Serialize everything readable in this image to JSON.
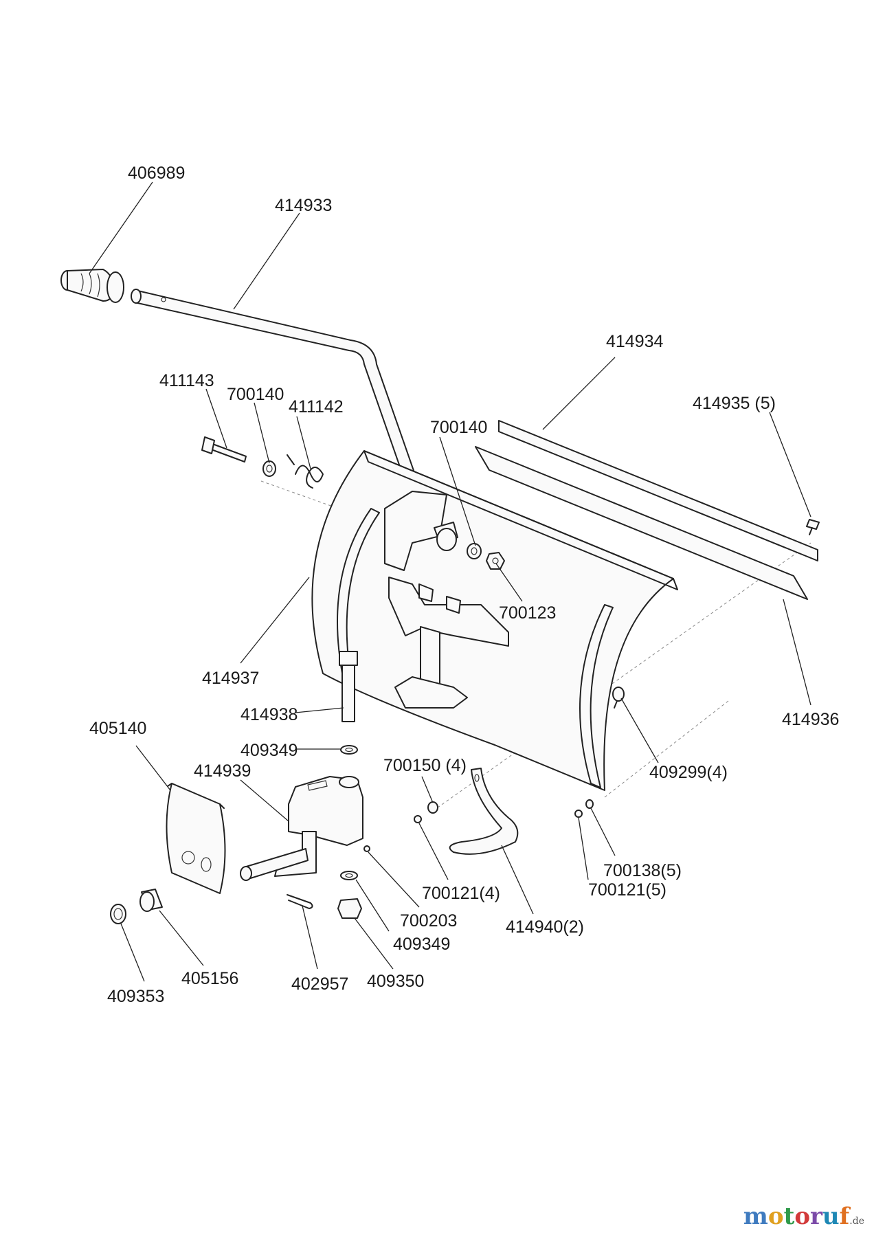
{
  "labels": [
    {
      "id": "406989",
      "text": "406989"
    },
    {
      "id": "414933",
      "text": "414933"
    },
    {
      "id": "414934",
      "text": "414934"
    },
    {
      "id": "411143",
      "text": "411143"
    },
    {
      "id": "700140a",
      "text": "700140"
    },
    {
      "id": "411142",
      "text": "411142"
    },
    {
      "id": "700140b",
      "text": "700140"
    },
    {
      "id": "414935",
      "text": "414935 (5)"
    },
    {
      "id": "700123",
      "text": "700123"
    },
    {
      "id": "414937",
      "text": "414937"
    },
    {
      "id": "414938",
      "text": "414938"
    },
    {
      "id": "414936",
      "text": "414936"
    },
    {
      "id": "405140",
      "text": "405140"
    },
    {
      "id": "409349a",
      "text": "409349"
    },
    {
      "id": "414939",
      "text": "414939"
    },
    {
      "id": "700150",
      "text": "700150 (4)"
    },
    {
      "id": "409299",
      "text": "409299(4)"
    },
    {
      "id": "700138",
      "text": "700138(5)"
    },
    {
      "id": "700121a",
      "text": "700121(4)"
    },
    {
      "id": "700121b",
      "text": "700121(5)"
    },
    {
      "id": "700203",
      "text": "700203"
    },
    {
      "id": "414940",
      "text": "414940(2)"
    },
    {
      "id": "409349b",
      "text": "409349"
    },
    {
      "id": "405156",
      "text": "405156"
    },
    {
      "id": "402957",
      "text": "402957"
    },
    {
      "id": "409350",
      "text": "409350"
    },
    {
      "id": "409353",
      "text": "409353"
    }
  ],
  "logo": {
    "m": "m",
    "o1": "o",
    "t": "t",
    "o2": "o",
    "r": "r",
    "u": "u",
    "f": "f",
    "de": ".de"
  }
}
